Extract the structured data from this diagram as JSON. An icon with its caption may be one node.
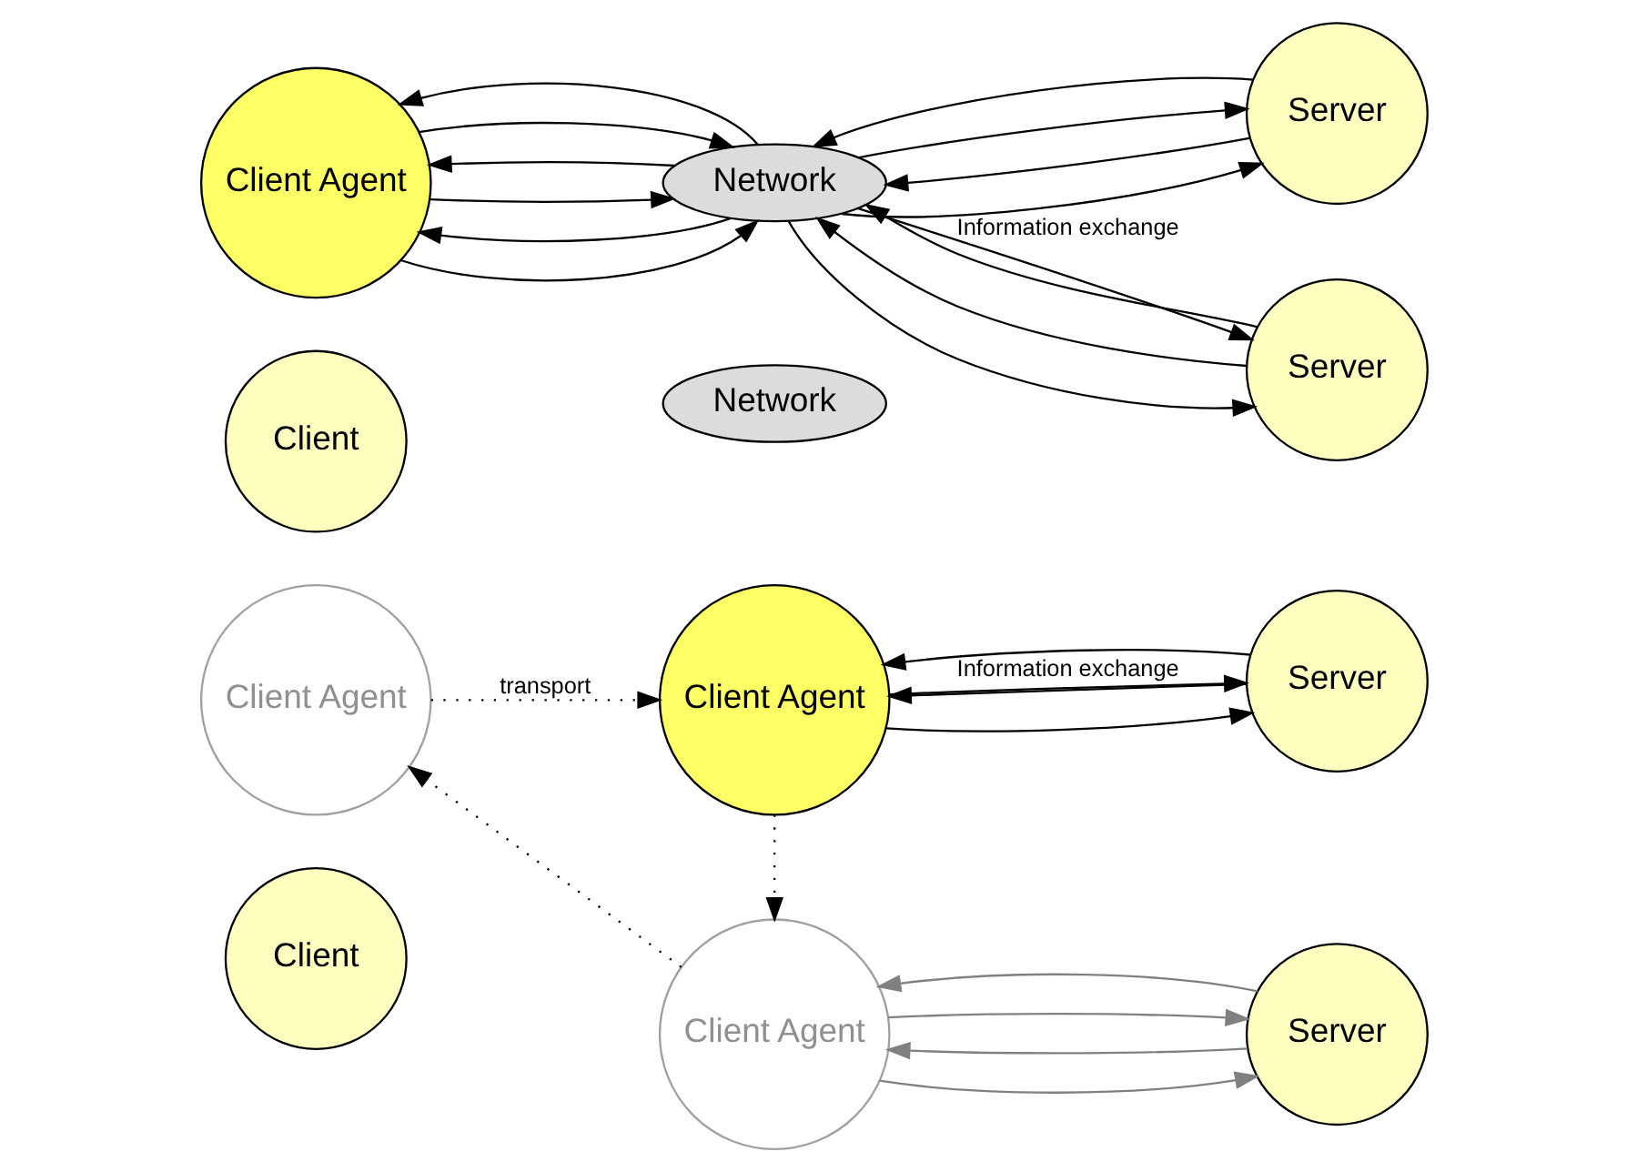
{
  "diagram": {
    "nodes": [
      {
        "text": [
          "Client"
        ]
      },
      {
        "text": [
          "Client Agent"
        ]
      },
      {
        "text": [
          "Network"
        ]
      },
      {
        "text": [
          "Client Agent"
        ]
      },
      {
        "text": [
          "Server"
        ]
      },
      {
        "text": [
          "Client Agent"
        ]
      },
      {
        "text": [
          "Server"
        ]
      },
      {
        "text": [
          "Client"
        ]
      },
      {
        "text": [
          "Client Agent"
        ]
      },
      {
        "text": [
          "Network"
        ]
      },
      {
        "text": [
          "Server"
        ]
      },
      {
        "text": [
          "Server"
        ]
      }
    ],
    "edges": [
      {
        "from": 1,
        "to": 3,
        "arrow": "to",
        "style": "dashed",
        "label": "transport"
      },
      {
        "from": 3,
        "to": 5,
        "arrow": "to",
        "style": "dashed"
      },
      {
        "from": 5,
        "to": 1,
        "arrow": "to",
        "style": "dashed"
      },
      {
        "from": 3,
        "to": 4,
        "arrow": "to",
        "label": "Information exchange"
      },
      {
        "from": 4,
        "to": 3,
        "arrow": "to"
      },
      {
        "from": 3,
        "to": 4,
        "arrow": "to"
      },
      {
        "from": 4,
        "to": 3,
        "arrow": "to"
      },
      {
        "from": 5,
        "to": 6,
        "arrow": "to",
        "color": "#808080"
      },
      {
        "from": 6,
        "to": 5,
        "arrow": "to",
        "color": "#808080"
      },
      {
        "from": 5,
        "to": 6,
        "arrow": "to",
        "color": "#808080"
      },
      {
        "from": 6,
        "to": 5,
        "arrow": "to",
        "color": "#808080"
      },
      {
        "from": 8,
        "to": 9,
        "arrow": "to"
      },
      {
        "from": 9,
        "to": 8,
        "arrow": "to"
      },
      {
        "from": 8,
        "to": 9,
        "arrow": "to"
      },
      {
        "from": 9,
        "to": 8,
        "arrow": "to"
      },
      {
        "from": 8,
        "to": 9,
        "arrow": "to"
      },
      {
        "from": 9,
        "to": 8,
        "arrow": "to"
      },
      {
        "from": 9,
        "to": 10,
        "arrow": "to"
      },
      {
        "from": 10,
        "to": 9,
        "arrow": "to"
      },
      {
        "from": 9,
        "to": 10,
        "arrow": "to"
      },
      {
        "from": 10,
        "to": 9,
        "arrow": "to"
      },
      {
        "from": 9,
        "to": 11,
        "arrow": "to",
        "label": "Information exchange"
      },
      {
        "from": 11,
        "to": 9,
        "arrow": "to"
      },
      {
        "from": 9,
        "to": 11,
        "arrow": "to"
      },
      {
        "from": 11,
        "to": 9,
        "arrow": "to"
      }
    ]
  }
}
